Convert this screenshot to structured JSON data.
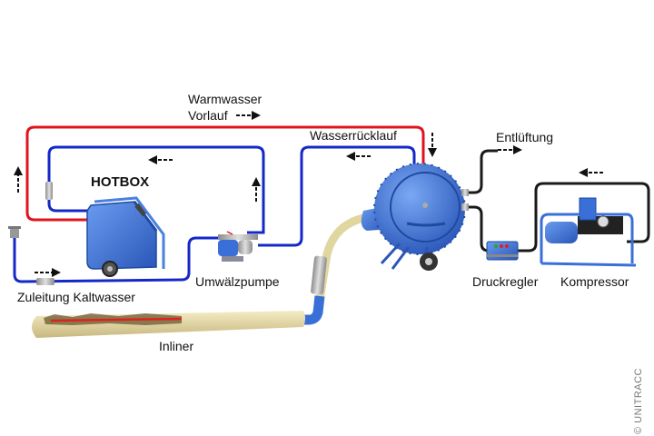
{
  "diagram": {
    "title": "HOTBOX",
    "labels": {
      "warm_supply_line1": "Warmwasser",
      "warm_supply_line2": "Vorlauf",
      "water_return": "Wasserrücklauf",
      "venting": "Entlüftung",
      "hotbox": "HOTBOX",
      "cold_feed": "Zuleitung Kaltwasser",
      "circulation_pump": "Umwälzpumpe",
      "pressure_regulator": "Druckregler",
      "compressor": "Kompressor",
      "inliner": "Inliner"
    },
    "copyright": "© UNITRACC",
    "colors": {
      "hot_line": "#e0141e",
      "cold_line": "#1428c8",
      "air_line": "#1a1a1a",
      "equipment_blue": "#3a6fd8",
      "inliner": "#e8dca8",
      "resin_stripe": "#e02020"
    }
  }
}
